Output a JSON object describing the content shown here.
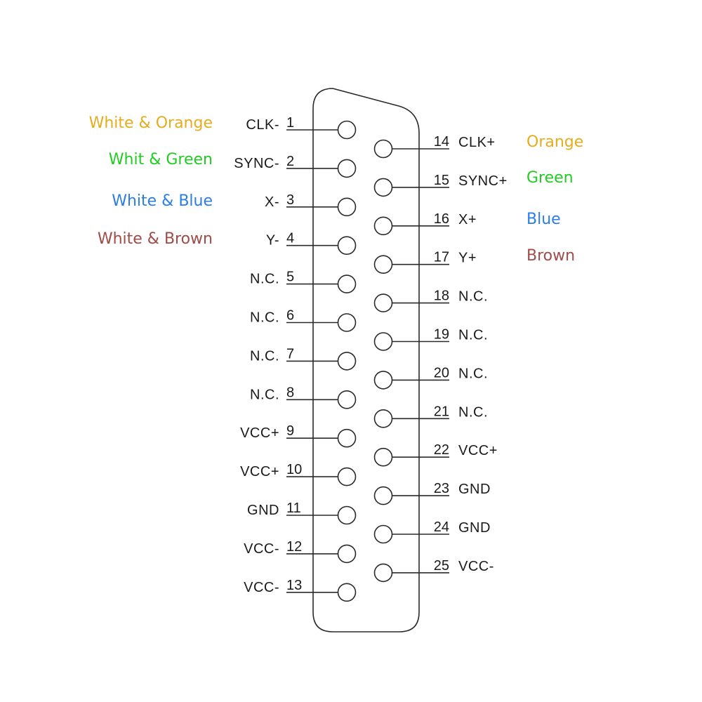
{
  "connector": {
    "top_row": [
      {
        "pin": "1",
        "signal": "CLK-"
      },
      {
        "pin": "2",
        "signal": "SYNC-"
      },
      {
        "pin": "3",
        "signal": "X-"
      },
      {
        "pin": "4",
        "signal": "Y-"
      },
      {
        "pin": "5",
        "signal": "N.C."
      },
      {
        "pin": "6",
        "signal": "N.C."
      },
      {
        "pin": "7",
        "signal": "N.C."
      },
      {
        "pin": "8",
        "signal": "N.C."
      },
      {
        "pin": "9",
        "signal": "VCC+"
      },
      {
        "pin": "10",
        "signal": "VCC+"
      },
      {
        "pin": "11",
        "signal": "GND"
      },
      {
        "pin": "12",
        "signal": "VCC-"
      },
      {
        "pin": "13",
        "signal": "VCC-"
      }
    ],
    "bottom_row": [
      {
        "pin": "14",
        "signal": "CLK+"
      },
      {
        "pin": "15",
        "signal": "SYNC+"
      },
      {
        "pin": "16",
        "signal": "X+"
      },
      {
        "pin": "17",
        "signal": "Y+"
      },
      {
        "pin": "18",
        "signal": "N.C."
      },
      {
        "pin": "19",
        "signal": "N.C."
      },
      {
        "pin": "20",
        "signal": "N.C."
      },
      {
        "pin": "21",
        "signal": "N.C."
      },
      {
        "pin": "22",
        "signal": "VCC+"
      },
      {
        "pin": "23",
        "signal": "GND"
      },
      {
        "pin": "24",
        "signal": "GND"
      },
      {
        "pin": "25",
        "signal": "VCC-"
      }
    ]
  },
  "wire_colors_left": [
    {
      "label": "White & Orange",
      "color": "#e6ac1f"
    },
    {
      "label": "Whit & Green",
      "color": "#22cc22"
    },
    {
      "label": "White & Blue",
      "color": "#2b7de9"
    },
    {
      "label": "White & Brown",
      "color": "#a04b48"
    }
  ],
  "wire_colors_right": [
    {
      "label": "Orange",
      "color": "#e6ac1f"
    },
    {
      "label": "Green",
      "color": "#22cc22"
    },
    {
      "label": "Blue",
      "color": "#2b7de9"
    },
    {
      "label": "Brown",
      "color": "#a04b48"
    }
  ]
}
